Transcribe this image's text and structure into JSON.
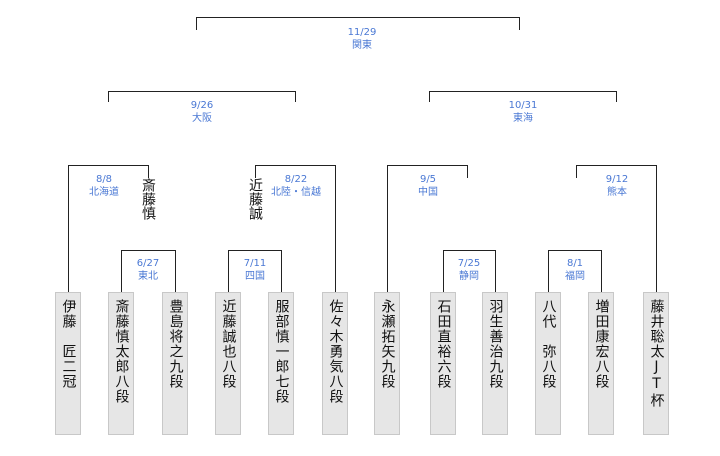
{
  "matches": {
    "final": {
      "date": "11/29",
      "venue": "関東"
    },
    "semi_left": {
      "date": "9/26",
      "venue": "大阪"
    },
    "semi_right": {
      "date": "10/31",
      "venue": "東海"
    },
    "qf1": {
      "date": "8/8",
      "venue": "北海道"
    },
    "qf2": {
      "date": "8/22",
      "venue": "北陸・信越"
    },
    "qf3": {
      "date": "9/5",
      "venue": "中国"
    },
    "qf4": {
      "date": "9/12",
      "venue": "熊本"
    },
    "r1a": {
      "date": "6/27",
      "venue": "東北"
    },
    "r1b": {
      "date": "7/11",
      "venue": "四国"
    },
    "r1c": {
      "date": "7/25",
      "venue": "静岡"
    },
    "r1d": {
      "date": "8/1",
      "venue": "福岡"
    }
  },
  "winners": {
    "qf1": "斎藤慎",
    "qf2": "近藤誠"
  },
  "players": [
    "伊藤　匠二冠",
    "斎藤慎太郎八段",
    "豊島将之九段",
    "近藤誠也八段",
    "服部慎一郎七段",
    "佐々木勇気八段",
    "永瀬拓矢九段",
    "石田直裕六段",
    "羽生善治九段",
    "八代　弥八段",
    "増田康宏八段",
    "藤井聡太JT杯"
  ]
}
